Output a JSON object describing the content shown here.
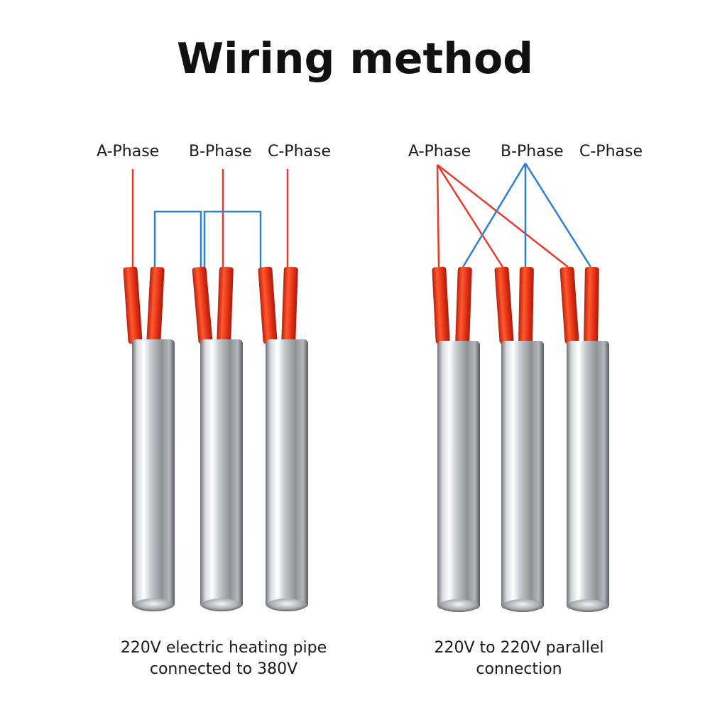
{
  "title": "Wiring method",
  "colors": {
    "wire_red": "#e8392b",
    "wire_blue": "#2b7fd4",
    "sleeve_red": "#e8331a",
    "tube_steel": "#b9bcc2"
  },
  "left": {
    "phases": [
      "A-Phase",
      "B-Phase",
      "C-Phase"
    ],
    "caption_line1": "220V electric heating pipe",
    "caption_line2": "connected to 380V"
  },
  "right": {
    "phases": [
      "A-Phase",
      "B-Phase",
      "C-Phase"
    ],
    "caption_line1": "220V to 220V parallel",
    "caption_line2": "connection"
  }
}
